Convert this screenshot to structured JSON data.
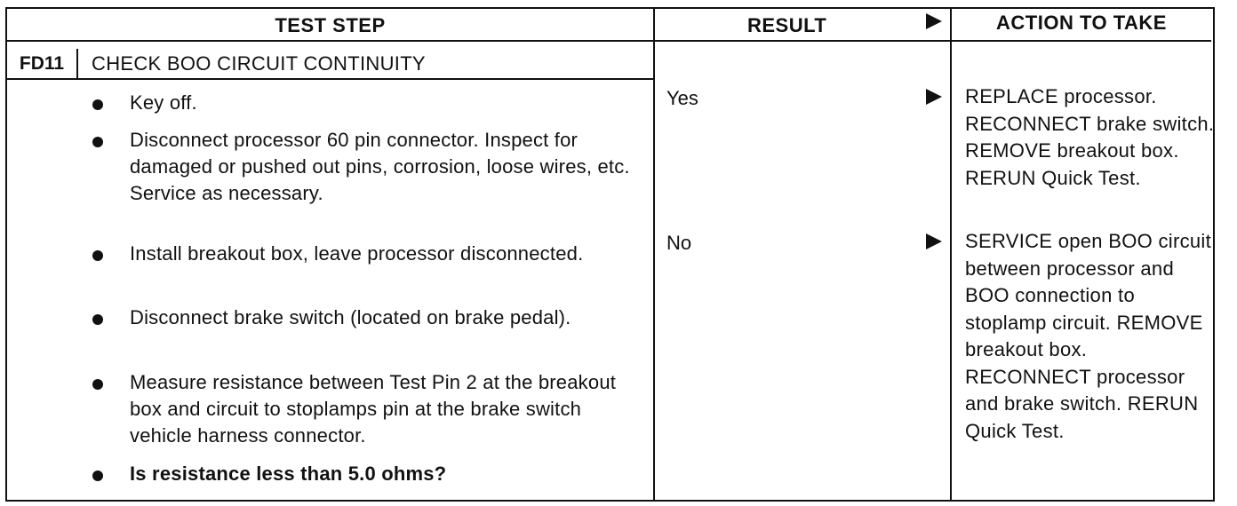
{
  "header": {
    "test_step": "TEST STEP",
    "result": "RESULT",
    "action": "ACTION TO TAKE"
  },
  "step": {
    "code": "FD11",
    "title": "CHECK BOO CIRCUIT CONTINUITY"
  },
  "bullets": [
    "Key off.",
    "Disconnect processor 60 pin connector. Inspect for damaged or pushed out pins, corrosion, loose wires, etc. Service as necessary.",
    "Install breakout box, leave processor disconnected.",
    "Disconnect brake switch (located on brake pedal).",
    "Measure resistance between Test Pin 2 at the breakout box and circuit to stoplamps pin at the brake switch vehicle harness connector.",
    "Is resistance less than 5.0 ohms?"
  ],
  "results": {
    "yes": {
      "label": "Yes",
      "action": "REPLACE processor. RECONNECT brake switch. REMOVE breakout box. RERUN Quick Test."
    },
    "no": {
      "label": "No",
      "action": "SERVICE open BOO circuit between processor and BOO connection to stoplamp circuit. REMOVE breakout box. RECONNECT processor and brake switch. RERUN Quick Test."
    }
  }
}
